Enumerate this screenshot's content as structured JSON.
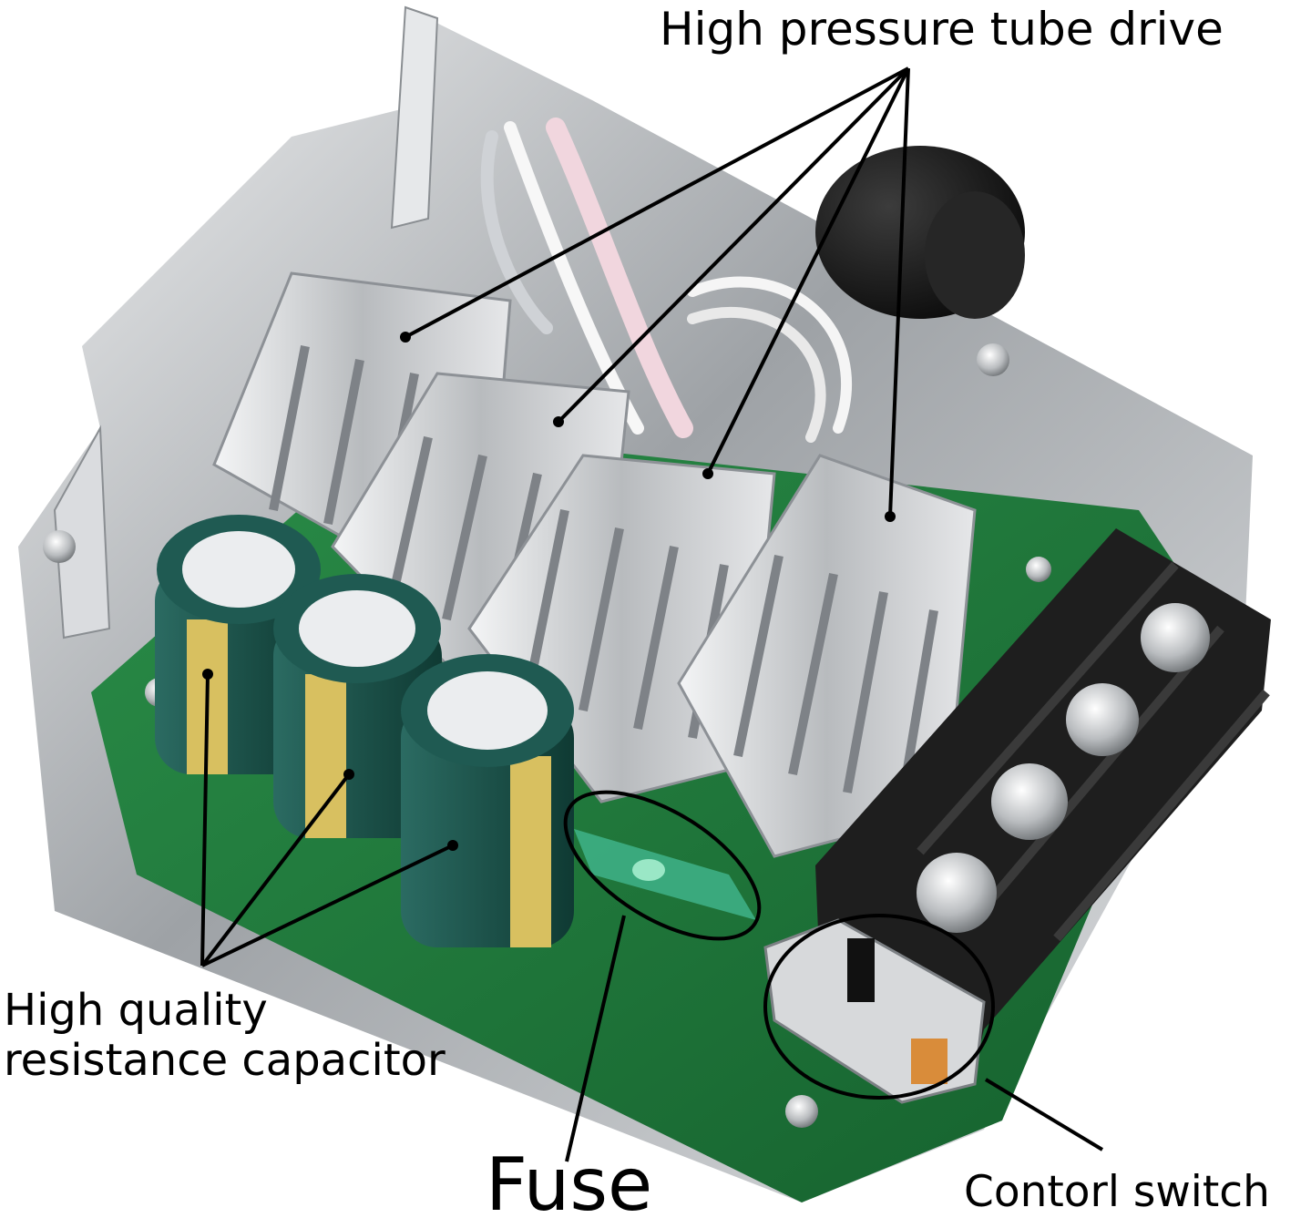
{
  "image": {
    "subject": "PWM DC motor speed controller board with heatsinks, capacitors, fuse and terminal block",
    "colors": {
      "pcb": "#1f7a3c",
      "heatsink": "#d2d4d6",
      "capacitor_body": "#1f5a52",
      "capacitor_stripe": "#d8c060",
      "terminal_block": "#1e1e1e",
      "enclosure": "#c9ccce",
      "callout_line": "#000000"
    }
  },
  "annotations": {
    "tube_drive": "High pressure tube drive",
    "capacitor_line1": "High quality",
    "capacitor_line2": "resistance capacitor",
    "fuse": "Fuse",
    "switch": "Contorl switch"
  }
}
